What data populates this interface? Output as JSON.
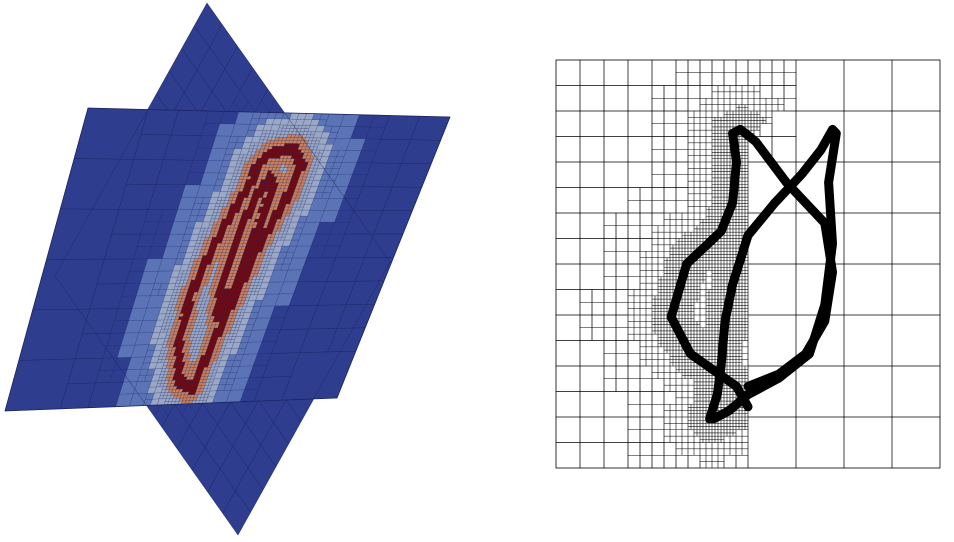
{
  "figure": {
    "left_panel": {
      "view": "3d-perspective",
      "slices": [
        "plane-a",
        "plane-b"
      ],
      "colormap": {
        "coarse": "#2f3d8f",
        "mid": "#5b74b6",
        "fine": "#9aa8c6",
        "near_curve": "#c9805c",
        "curve": "#6b0b16",
        "grid_line": "#1b2460"
      }
    },
    "right_panel": {
      "view": "2d-plane",
      "mesh_line_color": "#000000",
      "background": "#ffffff",
      "curve_color": "#000000"
    }
  }
}
